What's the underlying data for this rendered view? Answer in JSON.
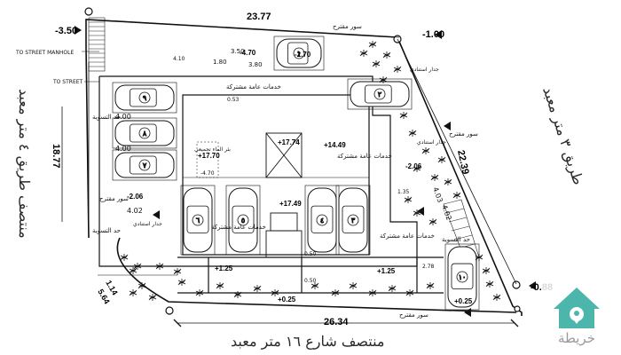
{
  "plan": {
    "dims": {
      "top": "23.77",
      "bottom": "26.34",
      "left": "18.77",
      "right": "22.39",
      "corner_bottom_left": "1.14",
      "corner_bottom_left_b": "5.64"
    },
    "levels": [
      "-3.50",
      "-1.00",
      "-0.88",
      "-4.70",
      "-2.70",
      "-2.06",
      "-2.06",
      "+17.74",
      "+14.49",
      "+17.70",
      "+17.49",
      "+1.25",
      "+1.25",
      "+0.25",
      "-4.70",
      "+0.25"
    ],
    "measures": [
      "4.00",
      "4.00",
      "4.02",
      "4.03",
      "4.02",
      "1.80",
      "3.50",
      "3.80",
      "4.10",
      "0.53",
      "0.50",
      "0.50",
      "1.35",
      "2.78"
    ],
    "labels": {
      "to_manhole": "TO STREET MANHOLE",
      "to_street": "TO STREET",
      "shared_services_1": "خدمات عامة مشتركة",
      "shared_services_2": "خدمات عامة مشتركة",
      "shared_services_3": "خدمات عامة مشتركة",
      "shared_services_4": "خدمات عامة مشتركة",
      "proposed_wall_top": "سور مقترح",
      "proposed_wall_right": "سور مقترح",
      "proposed_wall_left": "سور مقترح",
      "proposed_wall_bottom": "سور مقترح",
      "grading_limit_1": "حد التسوية",
      "grading_limit_2": "حد التسوية",
      "grading_limit_3": "حد التسوية",
      "retaining_wall_1": "جدار استنادي",
      "retaining_wall_2": "جدار استنادي",
      "retaining_wall_3": "جدار استنادي",
      "water_well": "بئر الماء تجميعي"
    },
    "parking_numbers": [
      "١",
      "٢",
      "٣",
      "٤",
      "٥",
      "٦",
      "٧",
      "٨",
      "٩",
      "١٠"
    ],
    "streets": {
      "bottom": "منتصف شارع ١٦ متر معبد",
      "left": "منتصف طريق ٤ متر معبد",
      "right": "طريق ٣ متر معبد"
    }
  },
  "watermark": {
    "label": "خريطة",
    "icon": "map-pin-house-icon",
    "color": "#4db6ac"
  }
}
